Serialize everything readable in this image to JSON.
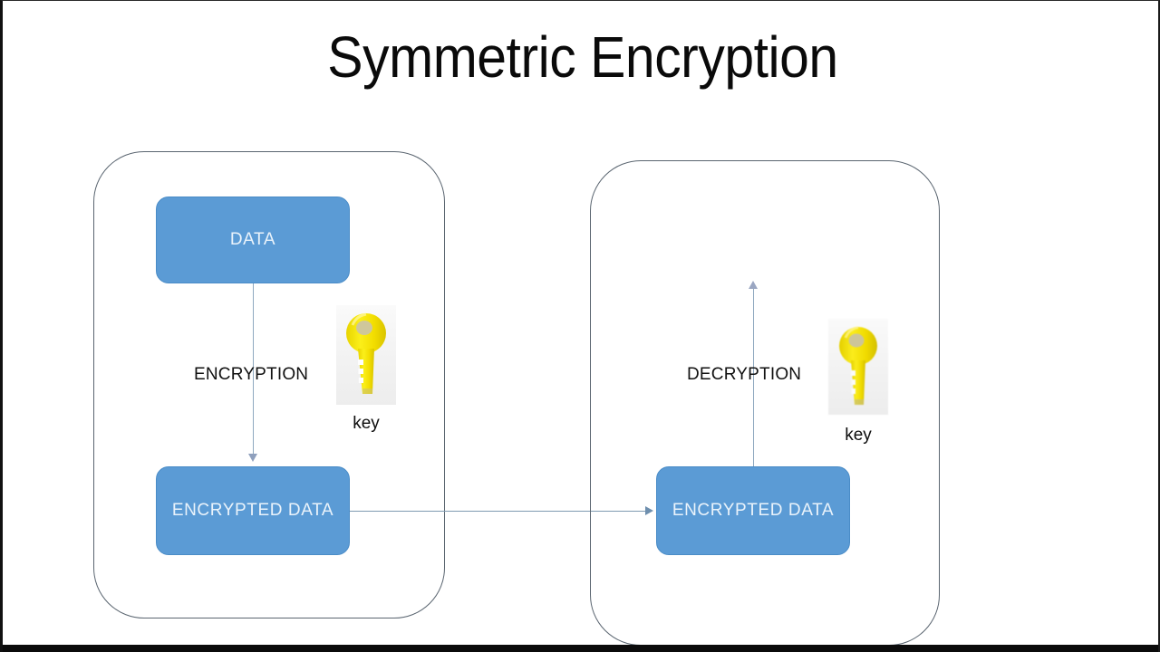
{
  "slide": {
    "title": "Symmetric Encryption",
    "background_color": "#ffffff",
    "title_color": "#0a0a0a"
  },
  "colors": {
    "box_fill": "#5b9bd5",
    "box_text": "#eaf3fb",
    "panel_outline": "#5a6570",
    "connector": "#8fa9c0",
    "key_yellow": "#f5e000"
  },
  "panels": [
    {
      "name": "encryption-panel",
      "side": "left",
      "boxes": [
        {
          "id": "data",
          "label": "DATA"
        },
        {
          "id": "encrypted-data-left",
          "label": "ENCRYPTED DATA"
        }
      ],
      "process_label": "ENCRYPTION",
      "key": {
        "icon": "key-icon",
        "caption": "key"
      },
      "arrow_direction": "down"
    },
    {
      "name": "decryption-panel",
      "side": "right",
      "boxes": [
        {
          "id": "encrypted-data-right",
          "label": "ENCRYPTED DATA"
        }
      ],
      "process_label": "DECRYPTION",
      "key": {
        "icon": "key-icon",
        "caption": "key"
      },
      "arrow_direction": "up"
    }
  ],
  "connectors": [
    {
      "name": "encryption-arrow",
      "from": "DATA",
      "to": "ENCRYPTED DATA",
      "direction": "down"
    },
    {
      "name": "transfer-arrow",
      "from": "ENCRYPTED DATA",
      "to": "ENCRYPTED DATA",
      "direction": "right"
    },
    {
      "name": "decryption-arrow",
      "from": "ENCRYPTED DATA",
      "to": "DATA",
      "direction": "up"
    }
  ]
}
